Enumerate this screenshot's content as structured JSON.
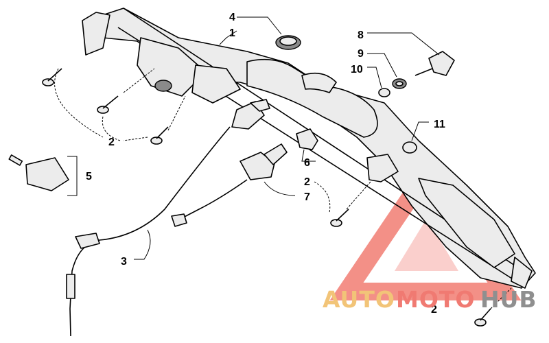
{
  "callouts": {
    "c1": "1",
    "c2a": "2",
    "c2b": "2",
    "c2c": "2",
    "c3": "3",
    "c4": "4",
    "c5": "5",
    "c6": "6",
    "c7": "7",
    "c8": "8",
    "c9": "9",
    "c10": "10",
    "c11": "11"
  },
  "watermark": {
    "part1": "AUTO",
    "part2": "MOTO",
    "part3": "HUB",
    "colors": {
      "auto": "#f2c478",
      "moto": "#f07a72",
      "hub": "#8f8f8f",
      "logo": "#f06b60"
    }
  }
}
